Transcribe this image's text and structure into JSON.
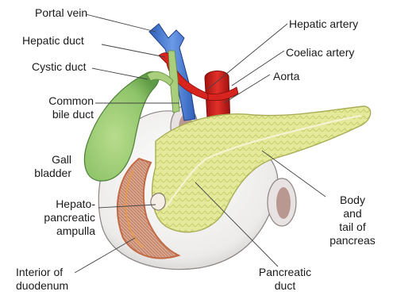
{
  "labels": {
    "portal_vein": "Portal vein",
    "hepatic_duct": "Hepatic duct",
    "cystic_duct": "Cystic duct",
    "common_bile_duct_1": "Common",
    "common_bile_duct_2": "bile duct",
    "gall_bladder_1": "Gall",
    "gall_bladder_2": "bladder",
    "hepato_1": "Hepato-",
    "hepato_2": "pancreatic",
    "hepato_3": "ampulla",
    "interior_1": "Interior of",
    "interior_2": "duodenum",
    "hepatic_artery": "Hepatic artery",
    "coeliac_artery": "Coeliac artery",
    "aorta": "Aorta",
    "body_tail_1": "Body",
    "body_tail_2": "and",
    "body_tail_3": "tail of",
    "body_tail_4": "pancreas",
    "pancreatic_duct_1": "Pancreatic",
    "pancreatic_duct_2": "duct"
  },
  "colors": {
    "gallbladder": "#8fc46a",
    "pancreas": "#e4ea9a",
    "duodenum": "#f1efee",
    "mucosa": "#c7927a",
    "vein": "#4f7fd6",
    "artery": "#d8241f",
    "duct": "#a9cf7d"
  }
}
